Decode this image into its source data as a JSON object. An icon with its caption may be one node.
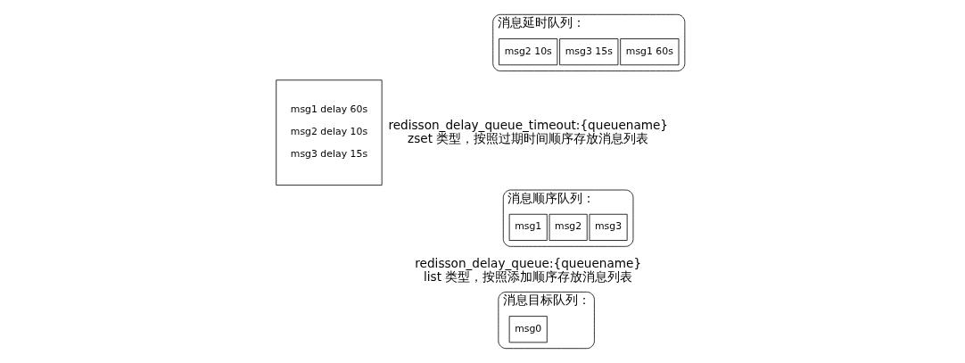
{
  "diagram": {
    "nodes": [
      {
        "text": [
          "msg1 delay 60s",
          "msg2 delay 10s",
          "msg3 delay 15s"
        ]
      },
      {
        "text": [
          "消息延时队列："
        ],
        "beside": [
          "redisson_delay_queue_timeout:{queuename}",
          "zset 类型，按照过期时间顺序存放消息列表"
        ]
      },
      {
        "text": [
          "msg2 10s"
        ],
        "in": 1
      },
      {
        "text": [
          "msg3 15s"
        ],
        "in": 1
      },
      {
        "text": [
          "msg1 60s"
        ],
        "in": 1
      },
      {
        "text": [
          "消息顺序队列："
        ],
        "beside": [
          "redisson_delay_queue:{queuename}",
          "list 类型，按照添加顺序存放消息列表"
        ]
      },
      {
        "text": [
          "msg1"
        ],
        "in": 5
      },
      {
        "text": [
          "msg2"
        ],
        "in": 5
      },
      {
        "text": [
          "msg3"
        ],
        "in": 5
      },
      {
        "text": [
          "消息目标队列："
        ]
      },
      {
        "text": [
          "msg0"
        ],
        "in": 9
      }
    ],
    "edges": []
  }
}
